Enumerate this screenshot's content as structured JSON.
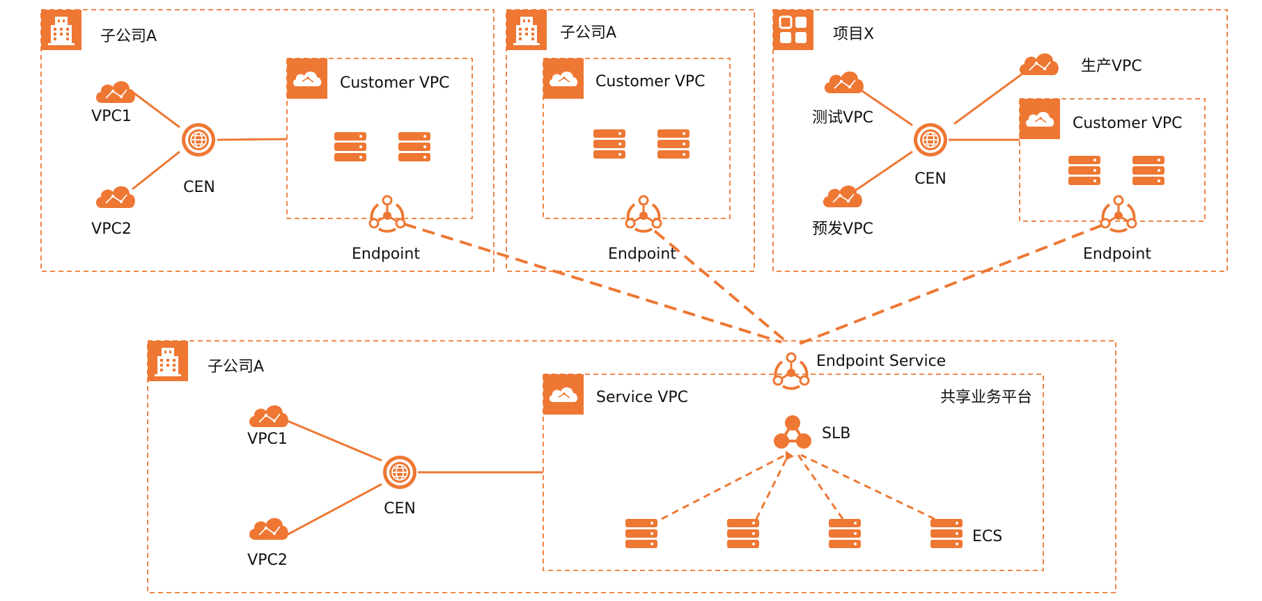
{
  "colors": {
    "accent": "#EE7733",
    "text": "#111111",
    "background": "#FFFFFF"
  },
  "top_left": {
    "title": "子公司A",
    "vpc1": "VPC1",
    "vpc2": "VPC2",
    "cen": "CEN",
    "customer_vpc": "Customer VPC",
    "endpoint": "Endpoint"
  },
  "top_middle": {
    "title": "子公司A",
    "customer_vpc": "Customer VPC",
    "endpoint": "Endpoint"
  },
  "top_right": {
    "title": "项目X",
    "test_vpc": "测试VPC",
    "pre_vpc": "预发VPC",
    "prod_vpc": "生产VPC",
    "cen": "CEN",
    "customer_vpc": "Customer VPC",
    "endpoint": "Endpoint"
  },
  "bottom": {
    "title": "子公司A",
    "vpc1": "VPC1",
    "vpc2": "VPC2",
    "cen": "CEN",
    "service_vpc": "Service VPC",
    "platform": "共享业务平台",
    "endpoint_service": "Endpoint Service",
    "slb": "SLB",
    "ecs": "ECS"
  },
  "icons": [
    "building-icon",
    "apps-icon",
    "cloud-icon",
    "globe-icon",
    "server-icon",
    "endpoint-icon",
    "slb-icon"
  ]
}
